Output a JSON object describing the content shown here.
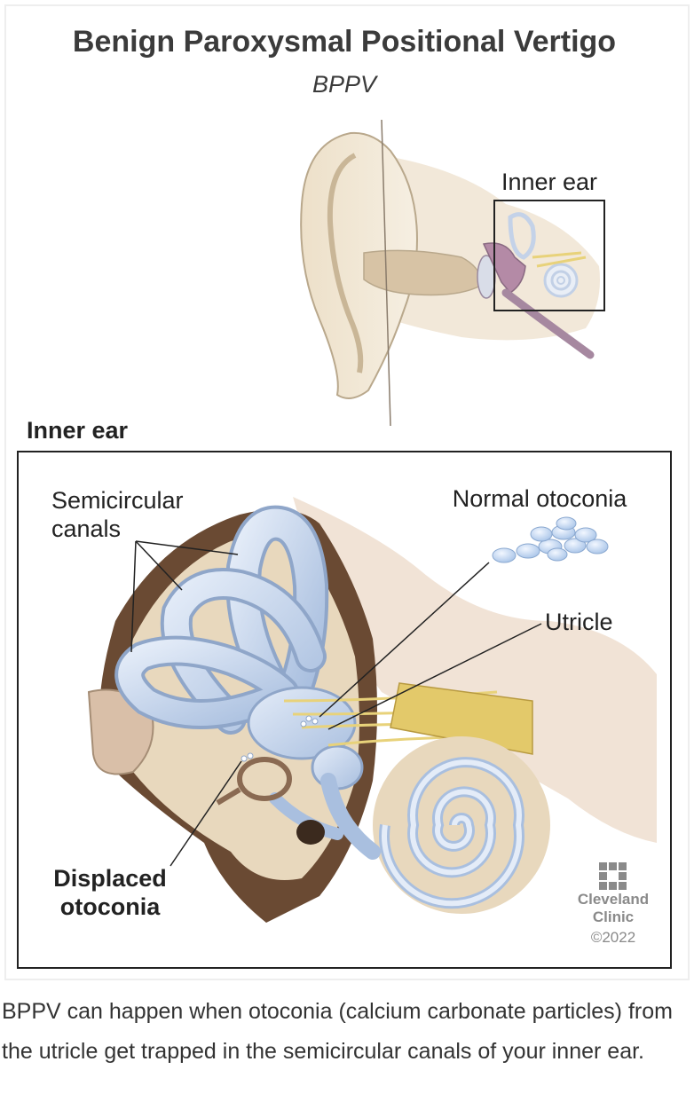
{
  "figure": {
    "title": "Benign Paroxysmal Positional Vertigo",
    "subtitle": "BPPV",
    "labels": {
      "inner_ear_callout": "Inner ear",
      "inner_ear_section": "Inner ear",
      "semicircular_line1": "Semicircular",
      "semicircular_line2": "canals",
      "normal_otoconia": "Normal otoconia",
      "utricle": "Utricle",
      "displaced_line1": "Displaced",
      "displaced_line2": "otoconia"
    },
    "brand": {
      "name_line1": "Cleveland",
      "name_line2": "Clinic",
      "copyright": "©2022"
    },
    "colors": {
      "canal_blue": "#b9cce6",
      "canal_blue_light": "#dfe8f5",
      "bone": "#e8d8bd",
      "bone_dark": "#6a4a33",
      "skin": "#f1e6d3",
      "nerve": "#e8d27a",
      "tissue_pink": "#ecd9c8"
    }
  },
  "caption": "BPPV can happen when otoconia (calcium carbonate particles) from the utricle get trapped in the semicircular canals of your inner ear."
}
